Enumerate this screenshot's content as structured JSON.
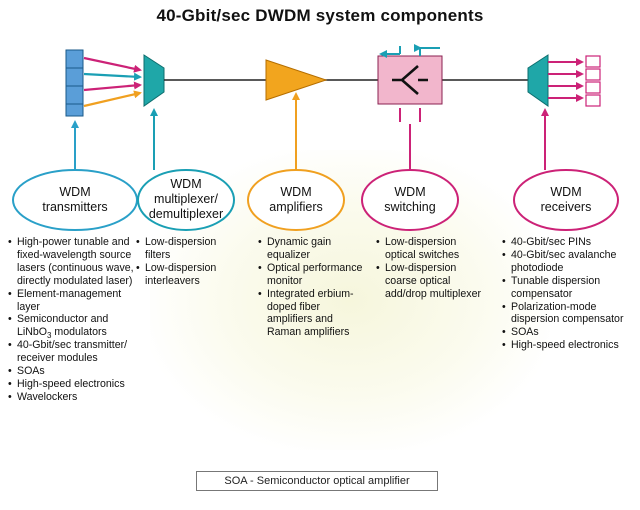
{
  "title": "40-Gbit/sec DWDM system components",
  "colors": {
    "transmitters": "#2aa0c8",
    "multiplexer": "#1a9fb4",
    "amplifiers": "#f0a020",
    "switching": "#cc2277",
    "receivers": "#cc2277",
    "mux_fill": "#1fa7a8",
    "amp_fill": "#f2a51e",
    "switch_fill": "#f2b6cc",
    "tx_fill": "#5a9ed8"
  },
  "categories": [
    {
      "key": "transmitters",
      "label": [
        "WDM",
        "transmitters"
      ],
      "bullets": [
        "High-power tunable and fixed-wavelength source lasers (continuous wave, directly modulated laser)",
        "Element-management layer",
        "Semiconductor and LiNbO3 modulators",
        "40-Gbit/sec transmitter/ receiver modules",
        "SOAs",
        "High-speed electronics",
        "Wavelockers"
      ]
    },
    {
      "key": "multiplexer",
      "label": [
        "WDM",
        "multiplexer/",
        "demultiplexer"
      ],
      "bullets": [
        "Low-dispersion filters",
        "Low-dispersion interleavers"
      ]
    },
    {
      "key": "amplifiers",
      "label": [
        "WDM",
        "amplifiers"
      ],
      "bullets": [
        "Dynamic gain equalizer",
        "Optical performance monitor",
        "Integrated erbium-doped fiber amplifiers and Raman amplifiers"
      ]
    },
    {
      "key": "switching",
      "label": [
        "WDM",
        "switching"
      ],
      "bullets": [
        "Low-dispersion optical switches",
        "Low-dispersion coarse optical add/drop multiplexer"
      ]
    },
    {
      "key": "receivers",
      "label": [
        "WDM",
        "receivers"
      ],
      "bullets": [
        "40-Gbit/sec PINs",
        "40-Gbit/sec avalanche photodiode",
        "Tunable dispersion compensator",
        "Polarization-mode dispersion compensator",
        "SOAs",
        "High-speed electronics"
      ]
    }
  ],
  "footnote": "SOA - Semiconductor optical amplifier"
}
